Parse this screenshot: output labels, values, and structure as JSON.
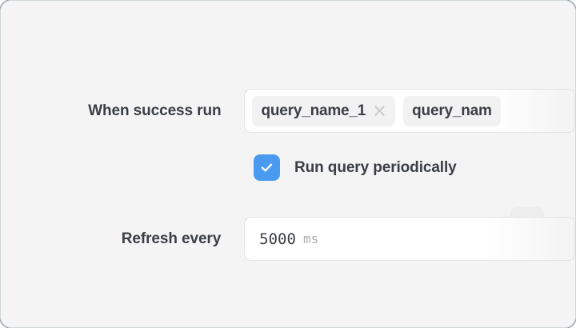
{
  "panel": {
    "background_color": "#f4f4f4",
    "accent_color": "#4a9bf0"
  },
  "rows": {
    "success_run": {
      "label": "When success run",
      "tags": [
        {
          "label": "query_name_1",
          "removable": true,
          "remove_icon": "close-icon"
        },
        {
          "label": "query_nam",
          "removable": false,
          "clipped": true
        }
      ]
    },
    "periodic": {
      "checkbox_label": "Run query periodically",
      "checked": true,
      "check_icon": "check-icon"
    },
    "refresh": {
      "label": "Refresh every",
      "value": "5000",
      "unit": "ms",
      "placeholder": "5000"
    }
  }
}
